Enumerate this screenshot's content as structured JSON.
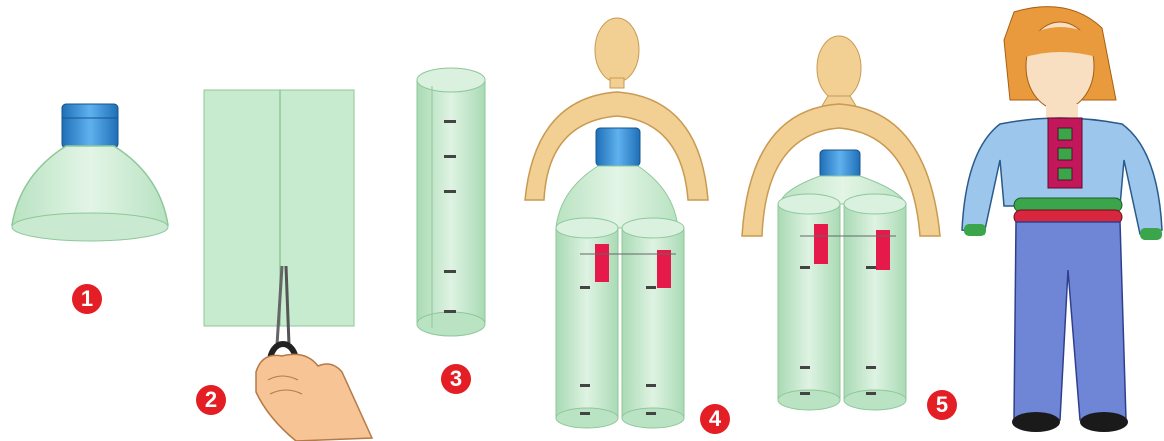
{
  "steps": [
    {
      "number": "1"
    },
    {
      "number": "2"
    },
    {
      "number": "3"
    },
    {
      "number": "4"
    },
    {
      "number": "5"
    }
  ],
  "colors": {
    "bottle": "#cdecd3",
    "bottle_edge": "#8fc79a",
    "cap": "#2f8fd6",
    "wood": "#f2cf92",
    "wood_edge": "#c99a52",
    "accent_red": "#e31e24",
    "tag_pink": "#e6194b",
    "shirt": "#9cc6ec",
    "pants": "#6f86d6",
    "hair": "#e89a3c",
    "panel": "#c2185b",
    "cuff_green": "#3aa54a",
    "cuff_red": "#d7263d"
  },
  "icons": [
    "bottle-top-icon",
    "plastic-sheet-icon",
    "scissors-icon",
    "hand-icon",
    "rolled-tube-icon",
    "doll-frame-icon",
    "finished-doll-icon"
  ]
}
